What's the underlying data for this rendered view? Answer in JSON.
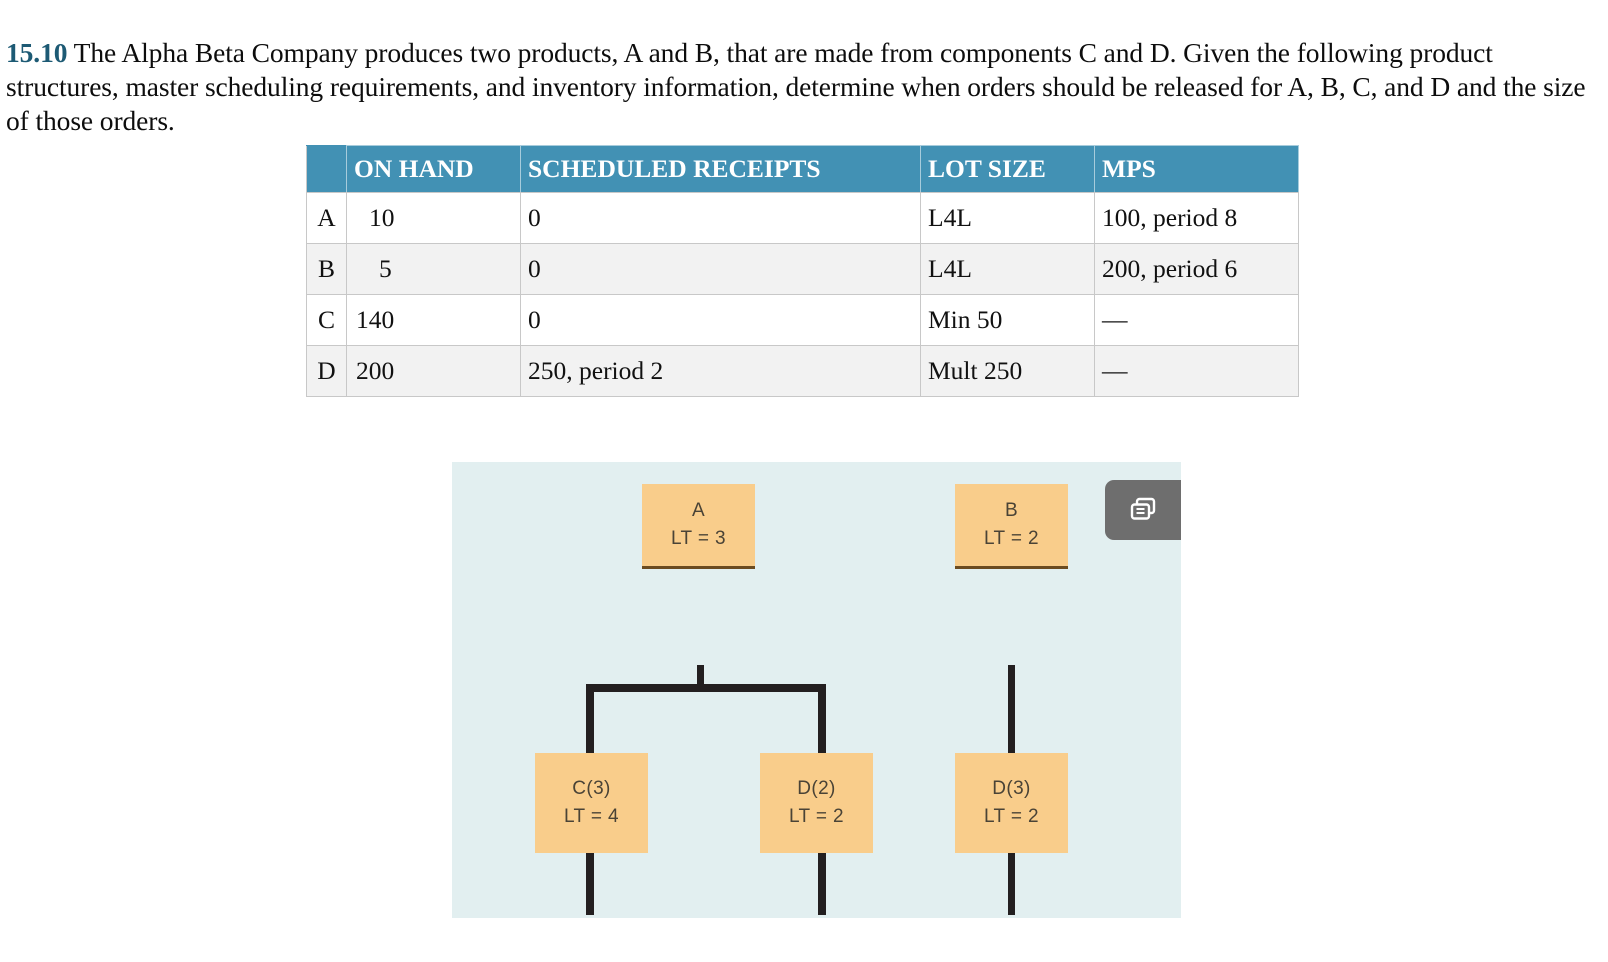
{
  "problem": {
    "number": "15.10",
    "text": "The Alpha Beta Company produces two products, A and B, that are made from components C and D. Given the following product structures, master scheduling requirements, and inventory information, determine when orders should be released for A, B, C, and D and the size of those orders."
  },
  "table": {
    "headers": [
      "",
      "ON HAND",
      "SCHEDULED RECEIPTS",
      "LOT SIZE",
      "MPS"
    ],
    "rows": [
      {
        "label": "A",
        "on_hand": "10",
        "scheduled_receipts": "0",
        "lot_size": "L4L",
        "mps": "100, period 8"
      },
      {
        "label": "B",
        "on_hand": "5",
        "scheduled_receipts": "0",
        "lot_size": "L4L",
        "mps": "200, period 6"
      },
      {
        "label": "C",
        "on_hand": "140",
        "scheduled_receipts": "0",
        "lot_size": "Min 50",
        "mps": "—"
      },
      {
        "label": "D",
        "on_hand": "200",
        "scheduled_receipts": "250, period 2",
        "lot_size": "Mult 250",
        "mps": "—"
      }
    ]
  },
  "diagram": {
    "nodes": {
      "a": {
        "title": "A",
        "lead_time": "LT = 3"
      },
      "b": {
        "title": "B",
        "lead_time": "LT = 2"
      },
      "c": {
        "title": "C(3)",
        "lead_time": "LT = 4"
      },
      "d2": {
        "title": "D(2)",
        "lead_time": "LT = 2"
      },
      "d3": {
        "title": "D(3)",
        "lead_time": "LT = 2"
      }
    },
    "button": {
      "icon": "duplicate-pages-icon"
    }
  },
  "colors": {
    "header_teal": "#4291b4",
    "problem_number": "#1d5a74",
    "node_fill": "#f9cd8b",
    "diagram_bg": "#e2eff0",
    "connector": "#231f20",
    "row_alt": "#f2f2f2",
    "button_bg": "#6e6e6e"
  }
}
